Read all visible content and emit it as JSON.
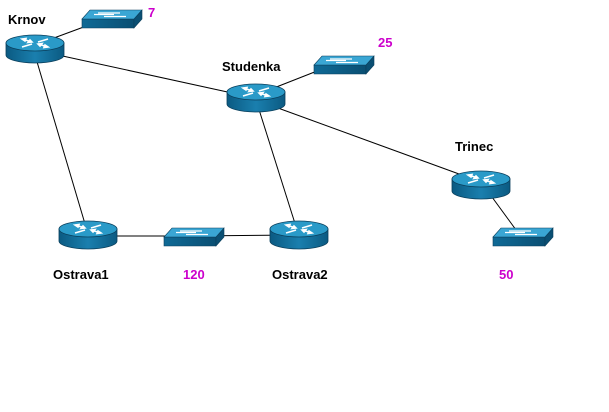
{
  "routers": [
    {
      "id": "krnov",
      "label": "Krnov"
    },
    {
      "id": "studenka",
      "label": "Studenka"
    },
    {
      "id": "trinec",
      "label": "Trinec"
    },
    {
      "id": "ostrava1",
      "label": "Ostrava1"
    },
    {
      "id": "ostrava2",
      "label": "Ostrava2"
    }
  ],
  "switches": [
    {
      "id": "sw-krnov",
      "attached_to": "krnov",
      "count": "7"
    },
    {
      "id": "sw-studenka",
      "attached_to": "studenka",
      "count": "25"
    },
    {
      "id": "sw-trinec",
      "attached_to": "trinec",
      "count": "50"
    },
    {
      "id": "sw-ostrava",
      "attached_to": [
        "ostrava1",
        "ostrava2"
      ],
      "count": "120"
    }
  ],
  "links": [
    [
      "krnov",
      "studenka"
    ],
    [
      "krnov",
      "ostrava1"
    ],
    [
      "studenka",
      "ostrava2"
    ],
    [
      "studenka",
      "trinec"
    ],
    [
      "ostrava1",
      "sw-ostrava"
    ],
    [
      "sw-ostrava",
      "ostrava2"
    ],
    [
      "krnov",
      "sw-krnov"
    ],
    [
      "studenka",
      "sw-studenka"
    ],
    [
      "trinec",
      "sw-trinec"
    ]
  ],
  "colors": {
    "router_top": "#2a9ac8",
    "router_side": "#0f6a96",
    "switch_top": "#3aa6d4",
    "switch_side": "#146f9a",
    "count_text": "#cc00cc",
    "label_text": "#000000",
    "link": "#000000"
  }
}
